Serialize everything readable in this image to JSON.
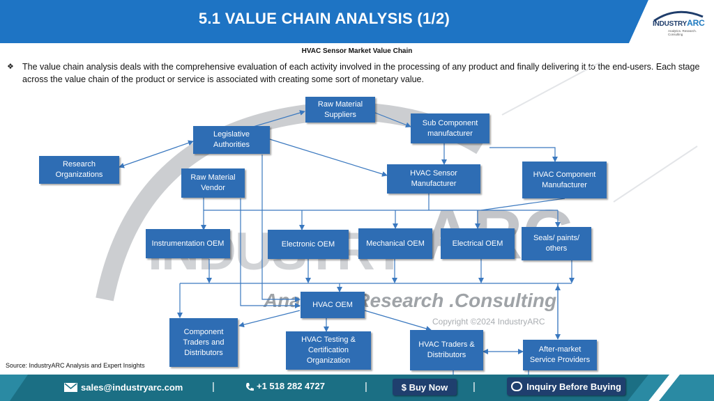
{
  "header": {
    "title": "5.1 VALUE CHAIN ANALYSIS (1/2)",
    "logo": {
      "word": "INDUSTRY",
      "word_accent": "ARC",
      "tagline": "Analytics. Research. Consulting"
    }
  },
  "subtitle": "HVAC Sensor Market Value Chain",
  "description": "The value chain analysis deals with the comprehensive evaluation of each activity involved in the processing of any product and finally delivering it to the end-users. Each stage across the value chain of the product or service is associated with creating some sort of monetary value.",
  "nodes": {
    "raw_material_suppliers": "Raw Material Suppliers",
    "sub_component_manufacturer": "Sub Component manufacturer",
    "legislative_authorities": "Legislative Authorities",
    "research_organizations": "Research Organizations",
    "raw_material_vendor": "Raw Material Vendor",
    "hvac_sensor_manufacturer": "HVAC Sensor Manufacturer",
    "hvac_component_manufacturer": "HVAC Component Manufacturer",
    "instrumentation_oem": "Instrumentation OEM",
    "electronic_oem": "Electronic OEM",
    "mechanical_oem": "Mechanical OEM",
    "electrical_oem": "Electrical OEM",
    "seals_paints_others": "Seals/ paints/ others",
    "hvac_oem": "HVAC OEM",
    "component_traders": "Component Traders and Distributors",
    "hvac_testing": "HVAC Testing & Certification Organization",
    "hvac_traders": "HVAC Traders & Distributors",
    "aftermarket": "After-market Service Providers"
  },
  "watermark": {
    "brand_left": "INDUSTRY",
    "brand_right": "ARC",
    "tagline": "Analytics Research .Consulting",
    "copyright": "Copyright ©2024 IndustryARC"
  },
  "source": "Source: IndustryARC Analysis and Expert Insights",
  "footer": {
    "email": "sales@industryarc.com",
    "phone": "+1 518 282 4727",
    "buy_now": "$ Buy Now",
    "inquiry": "Inquiry Before Buying",
    "separator": "|"
  },
  "colors": {
    "header_blue": "#1e74c4",
    "node_blue": "#2e6db4",
    "footer_teal": "#1b6f84",
    "arrow_blue": "#3a78bf"
  }
}
